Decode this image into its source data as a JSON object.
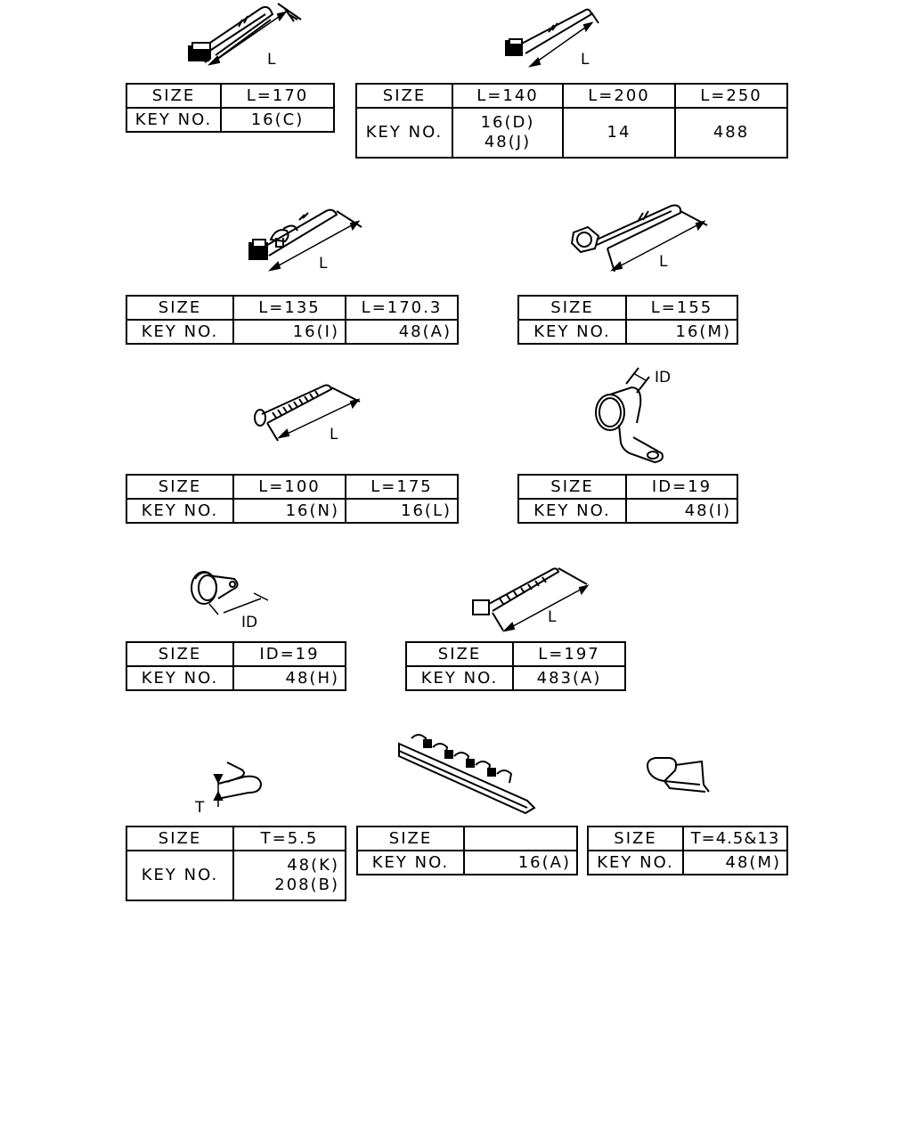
{
  "dim_labels": {
    "length": "L",
    "inner_diameter": "ID",
    "thickness": "T"
  },
  "row_labels": {
    "size": "SIZE",
    "key_no": "KEY NO."
  },
  "tables": {
    "t1": {
      "size": [
        "L=170"
      ],
      "key": [
        "16(C)"
      ]
    },
    "t2": {
      "size": [
        "L=140",
        "L=200",
        "L=250"
      ],
      "key": [
        [
          "16(D)",
          "48(J)"
        ],
        "14",
        "488"
      ]
    },
    "t3": {
      "size": [
        "L=135",
        "L=170.3"
      ],
      "key": [
        "16(I)",
        "48(A)"
      ]
    },
    "t4": {
      "size": [
        "L=155"
      ],
      "key": [
        "16(M)"
      ]
    },
    "t5": {
      "size": [
        "L=100",
        "L=175"
      ],
      "key": [
        "16(N)",
        "16(L)"
      ]
    },
    "t6": {
      "size": [
        "ID=19"
      ],
      "key": [
        "48(I)"
      ]
    },
    "t7": {
      "size": [
        "ID=19"
      ],
      "key": [
        "48(H)"
      ]
    },
    "t8": {
      "size": [
        "L=197"
      ],
      "key": [
        "483(A)"
      ]
    },
    "t9": {
      "size": [
        "T=5.5"
      ],
      "key": [
        [
          "48(K)",
          "208(B)"
        ]
      ]
    },
    "t10": {
      "size": [
        ""
      ],
      "key": [
        "16(A)"
      ]
    },
    "t11": {
      "size": [
        "T=4.5&13"
      ],
      "key": [
        "48(M)"
      ]
    }
  }
}
